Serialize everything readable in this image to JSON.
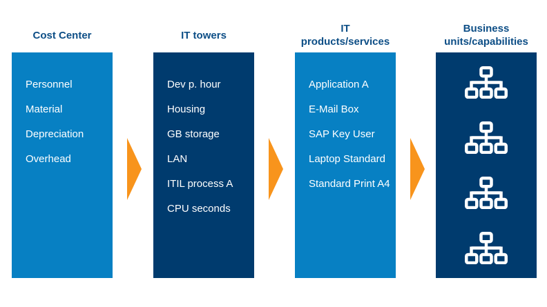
{
  "diagram": {
    "columns": [
      {
        "id": "cost-center",
        "header_lines": [
          "Cost Center"
        ],
        "items": [
          "Personnel",
          "Material",
          "Depreciation",
          "Overhead"
        ]
      },
      {
        "id": "it-towers",
        "header_lines": [
          "IT towers"
        ],
        "items": [
          "Dev p. hour",
          "Housing",
          "GB storage",
          "LAN",
          "ITIL process A",
          "CPU seconds"
        ]
      },
      {
        "id": "it-products-services",
        "header_lines": [
          "IT",
          "products/services"
        ],
        "items": [
          "Application A",
          "E-Mail Box",
          "SAP Key User",
          "Laptop Standard",
          "Standard Print A4"
        ]
      },
      {
        "id": "business-units-capabilities",
        "header_lines": [
          "Business",
          "units/capabilities"
        ],
        "icons": [
          "org-chart-icon",
          "org-chart-icon",
          "org-chart-icon",
          "org-chart-icon"
        ]
      }
    ],
    "arrows": [
      {
        "id": "arrow-1",
        "direction": "right"
      },
      {
        "id": "arrow-2",
        "direction": "right"
      },
      {
        "id": "arrow-3",
        "direction": "right"
      }
    ],
    "colors": {
      "light_blue": "#0780c3",
      "dark_blue": "#003b6e",
      "header_text": "#0d4e86",
      "arrow_orange": "#f8941c",
      "item_text": "#ffffff"
    }
  }
}
